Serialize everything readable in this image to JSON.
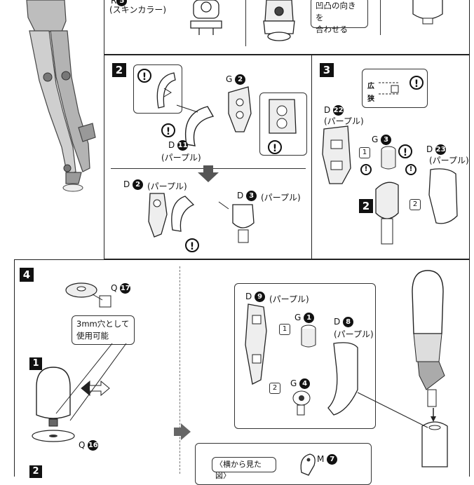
{
  "top": {
    "label_r_prefix": "R",
    "label_r_num": "5",
    "label_skin": "(スキンカラー)",
    "note_lines": [
      "凹凸の向きを",
      "合わせる"
    ]
  },
  "step2": {
    "number": "2",
    "g_label": "G",
    "g_num": "2",
    "d11_label": "D",
    "d11_num": "11",
    "d11_color": "(パープル)",
    "d2_label": "D",
    "d2_num": "2",
    "d2_color": "(パープル)",
    "d3_label": "D",
    "d3_num": "3",
    "d3_color": "(パープル)",
    "warn": "!"
  },
  "step3": {
    "number": "3",
    "wide": "広",
    "narrow": "狭",
    "d22_label": "D",
    "d22_num": "22",
    "d22_color": "(パープル)",
    "g3_label": "G",
    "g3_num": "3",
    "d23_label": "D",
    "d23_num": "23",
    "d23_color": "(パープル)",
    "step_ref": "2",
    "n1": "1",
    "n2": "2"
  },
  "step4": {
    "number": "4",
    "q17_label": "Q",
    "q17_num": "17",
    "note_lines": [
      "3mm穴として",
      "使用可能"
    ],
    "sub1": "1",
    "sub2": "2",
    "q16_label": "Q",
    "q16_num": "16",
    "d9_label": "D",
    "d9_num": "9",
    "d9_color": "(パープル)",
    "g1_label": "G",
    "g1_num": "1",
    "d8_label": "D",
    "d8_num": "8",
    "d8_color": "(パープル)",
    "g4_label": "G",
    "g4_num": "4",
    "m7_label": "M",
    "m7_num": "7",
    "side_view": "〈横から見た図〉",
    "n1": "1",
    "n2": "2"
  }
}
